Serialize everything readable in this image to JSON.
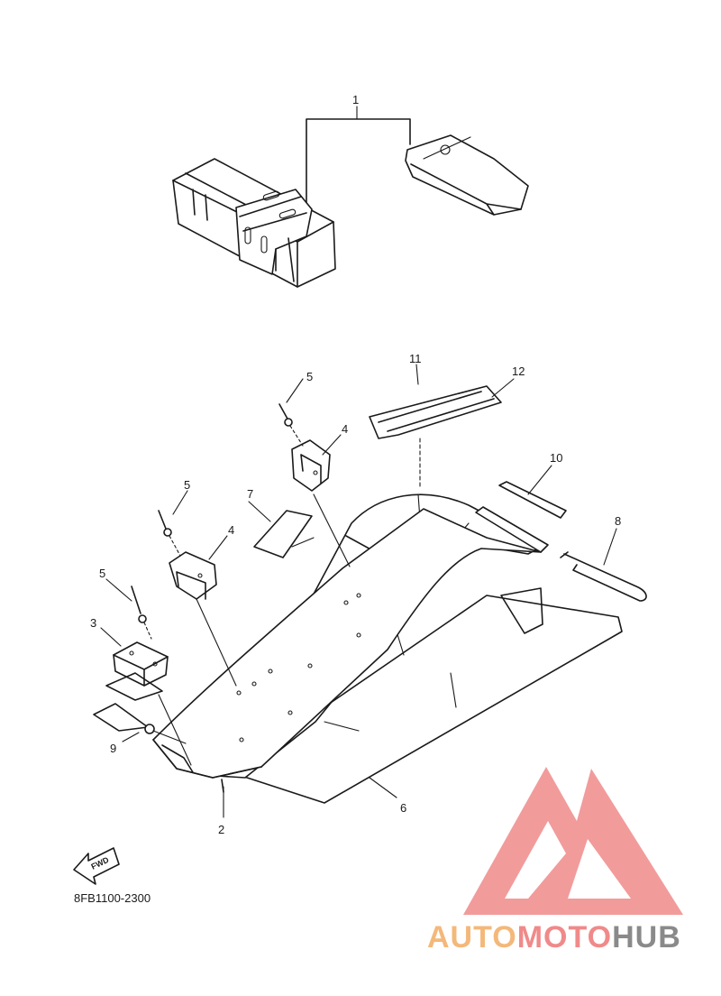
{
  "diagram": {
    "part_code": "8FB1100-2300",
    "direction_marker": "FWD",
    "callouts": [
      "1",
      "2",
      "3",
      "4",
      "4",
      "5",
      "5",
      "5",
      "6",
      "7",
      "8",
      "9",
      "10",
      "11",
      "12"
    ]
  },
  "watermark": {
    "brand_part_1": "AUTO",
    "brand_part_2": "MOTO",
    "brand_part_3": "HUB",
    "colors": {
      "logo": "#f08a8a",
      "auto": "#f4b87a",
      "moto": "#f08a8a",
      "hub": "#8a8a8a"
    }
  }
}
